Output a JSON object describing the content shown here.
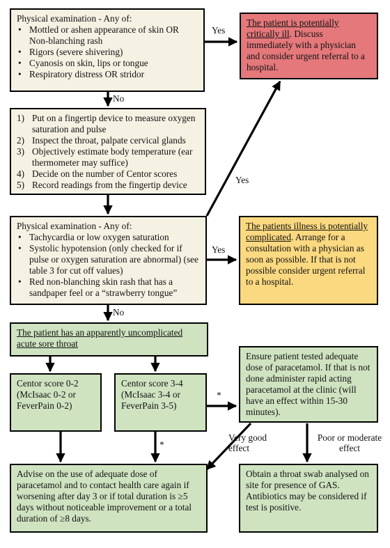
{
  "box1": {
    "title": "Physical examination - Any of:",
    "items": [
      "Mottled or ashen appearance of skin OR Non-blanching rash",
      "Rigors (severe shivering)",
      "Cyanosis on skin, lips or tongue",
      "Respiratory distress OR stridor"
    ]
  },
  "box_critical": {
    "underlined": "The patient is potentially critically ill",
    "rest": ". Discuss immediately with a physician and consider urgent referral to a hospital."
  },
  "box2": {
    "items": [
      {
        "num": "1)",
        "text": "Put on a fingertip device to measure oxygen saturation and pulse"
      },
      {
        "num": "2)",
        "text": "Inspect the throat, palpate cervical glands"
      },
      {
        "num": "3)",
        "text": "Objectively estimate body temperature (ear thermometer may suffice)"
      },
      {
        "num": "4)",
        "text": "Decide on the number of Centor scores"
      },
      {
        "num": "5)",
        "text": "Record readings from the fingertip device"
      }
    ]
  },
  "box3": {
    "title": "Physical examination - Any of:",
    "items": [
      "Tachycardia or low oxygen saturation",
      "Systolic hypotension (only checked for if pulse or oxygen saturation are abnormal) (see table 3 for cut off values)",
      "Red non-blanching skin rash that has a sandpaper feel or a “strawberry tongue”"
    ]
  },
  "box_complicated": {
    "underlined": "The patients illness is potentially complicated",
    "rest": ". Arrange for a consultation with a physician as soon as possible. If that is not possible consider urgent referral to a hospital."
  },
  "box_uncomplicated": {
    "text": "The patient has an apparently uncomplicated acute sore throat"
  },
  "box_centor02": {
    "text": "Centor score 0-2 (McIsaac 0-2 or FeverPain 0-2)"
  },
  "box_centor34": {
    "text": "Centor score 3-4 (McIsaac 3-4 or FeverPain 3-5)"
  },
  "box_paracetamol": {
    "text": "Ensure patient tested adequate dose of paracetamol. If that is not done administer rapid acting paracetamol at the clinic (will have an effect within 15-30 minutes)."
  },
  "box_advise": {
    "text": "Advise on the use of adequate dose of paracetamol and to contact health care again if worsening after day 3 or if total duration is ≥5 days without noticeable improvement or a total duration of ≥8 days."
  },
  "box_swab": {
    "text": "Obtain a throat swab analysed on site for presence of GAS. Antibiotics may be considered if test is positive."
  },
  "labels": {
    "yes1": "Yes",
    "no1": "No",
    "yes2": "Yes",
    "yes3": "Yes",
    "no2": "No",
    "star1": "*",
    "star2": "*",
    "very_good_effect": "Very good effect",
    "poor_effect": "Poor or moderate effect"
  },
  "colors": {
    "cream": "#f5f2e3",
    "green": "#cfe3c1",
    "red": "#e4787b",
    "yellow": "#fbd980"
  }
}
